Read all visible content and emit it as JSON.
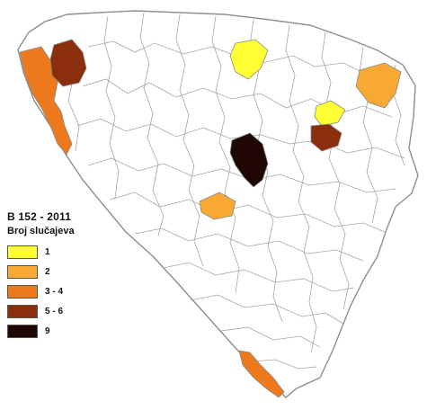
{
  "legend": {
    "title": "B 152 - 2011",
    "subtitle": "Broj slučajeva",
    "classes": [
      {
        "label": "1",
        "color": "#ffff33"
      },
      {
        "label": "2",
        "color": "#f7a934"
      },
      {
        "label": "3 - 4",
        "color": "#ec7a1c"
      },
      {
        "label": "5 - 6",
        "color": "#8a2e0c"
      },
      {
        "label": "9",
        "color": "#1f0703"
      }
    ]
  },
  "map": {
    "background_color": "#ffffff",
    "boundary_color": "#9a9a9a",
    "highlighted_regions": [
      {
        "name": "north-central-municipality",
        "class": "1"
      },
      {
        "name": "northeast-small-municipality",
        "class": "1"
      },
      {
        "name": "northeast-municipality",
        "class": "2"
      },
      {
        "name": "central-west-municipality",
        "class": "2"
      },
      {
        "name": "northwest-coast-strip",
        "class": "3 - 4"
      },
      {
        "name": "south-coast-strip",
        "class": "3 - 4"
      },
      {
        "name": "northwest-municipality",
        "class": "5 - 6"
      },
      {
        "name": "northeast-municipality-2",
        "class": "5 - 6"
      },
      {
        "name": "central-municipality",
        "class": "9"
      }
    ]
  }
}
